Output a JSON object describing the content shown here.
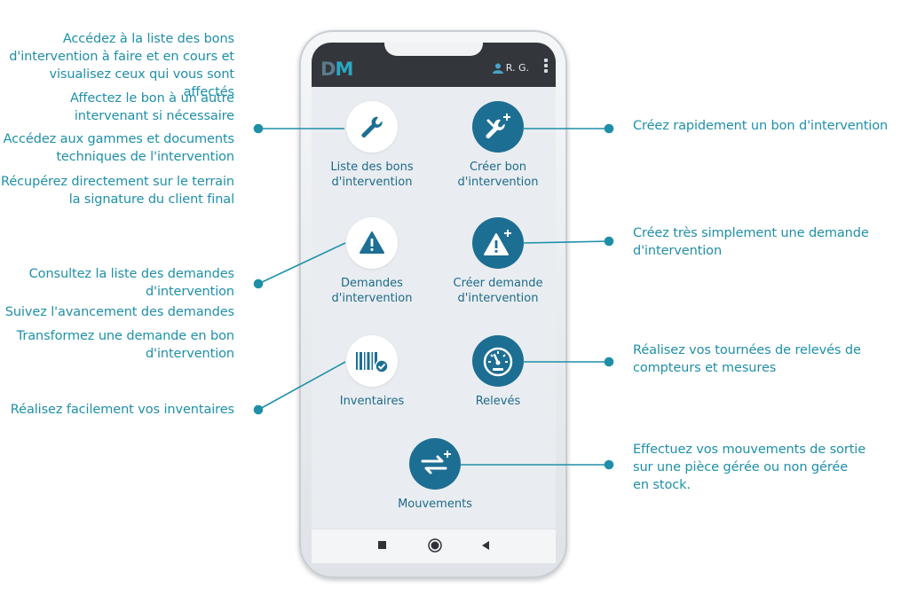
{
  "phone": {
    "logo": {
      "d": "D",
      "m": "M"
    },
    "user": "R. G.",
    "tiles": [
      {
        "label": "Liste des bons\nd'intervention",
        "icon": "wrench-icon",
        "style": "light"
      },
      {
        "label": "Créer bon\nd'intervention",
        "icon": "wrench-plus-icon",
        "style": "dark"
      },
      {
        "label": "Demandes\nd'intervention",
        "icon": "warning-icon",
        "style": "light"
      },
      {
        "label": "Créer demande\nd'intervention",
        "icon": "warning-plus-icon",
        "style": "dark"
      },
      {
        "label": "Inventaires",
        "icon": "barcode-check-icon",
        "style": "light"
      },
      {
        "label": "Relevés",
        "icon": "gauge-icon",
        "style": "dark"
      },
      {
        "label": "Mouvements",
        "icon": "transfer-arrows-icon",
        "style": "dark"
      }
    ],
    "nav": [
      "square-icon",
      "circle-home-icon",
      "back-triangle-icon"
    ]
  },
  "callouts": {
    "left1": [
      "Accédez à la liste des bons",
      "d'intervention à faire et en cours et",
      "visualisez ceux qui vous sont affectés"
    ],
    "left2": [
      "Affectez le bon à un autre",
      "intervenant si nécessaire"
    ],
    "left3": [
      "Accédez aux gammes et documents",
      "techniques de l'intervention"
    ],
    "left4": [
      "Récupérez directement sur le terrain",
      "la signature du client final"
    ],
    "left5": [
      "Consultez la liste des demandes",
      "d'intervention"
    ],
    "left6": [
      "Suivez l'avancement des demandes"
    ],
    "left7": [
      "Transformez une demande en bon",
      "d'intervention"
    ],
    "left8": [
      "Réalisez facilement vos inventaires"
    ],
    "right1": [
      "Créez rapidement un bon d'intervention"
    ],
    "right2": [
      "Créez très simplement une demande",
      "d'intervention"
    ],
    "right3": [
      "Réalisez vos tournées de relevés de",
      "compteurs et mesures"
    ],
    "right4": [
      "Effectuez vos mouvements de sortie",
      "sur une pièce gérée ou non gérée",
      "en stock."
    ]
  },
  "colors": {
    "accent": "#1f8fa8",
    "tile_dark": "#1d6e93",
    "appbar": "#33373c"
  }
}
